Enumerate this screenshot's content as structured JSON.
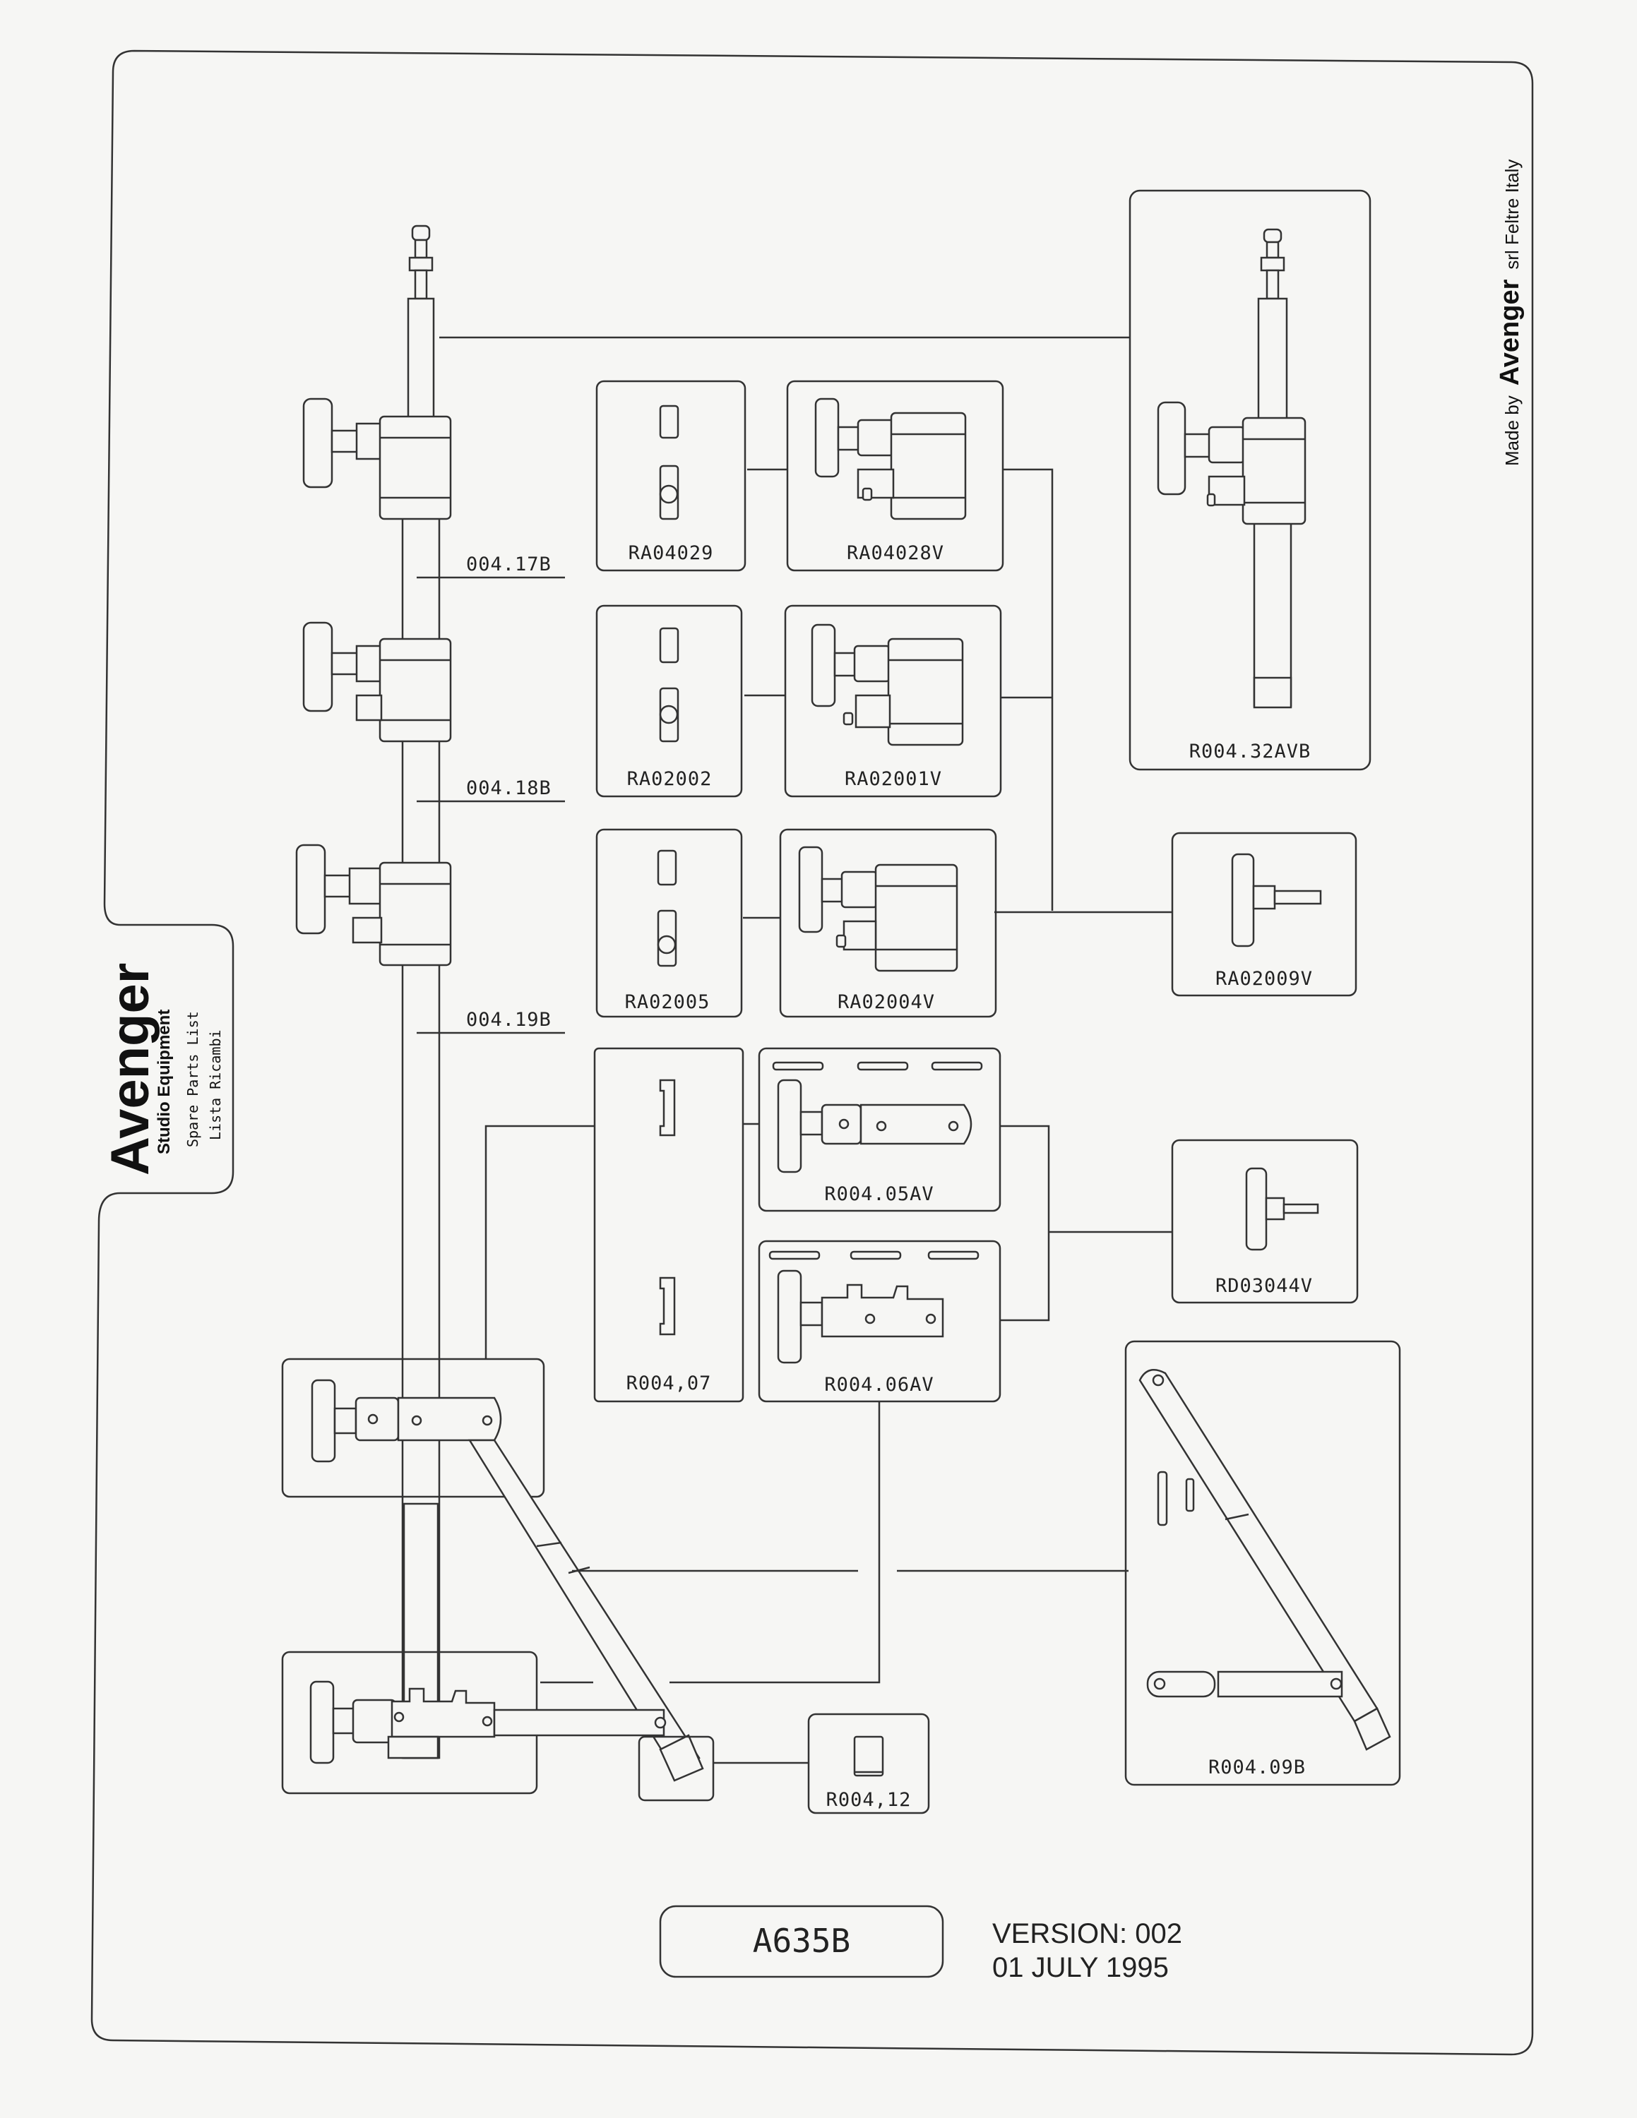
{
  "sheet": {
    "brand": "Avenger",
    "brand_subtitle": "Studio Equipment",
    "brand_line_1": "Spare Parts List",
    "brand_line_2": "Lista Ricambi",
    "maker_prefix": "Made by",
    "maker_brand": "Avenger",
    "maker_suffix": "srl Feltre Italy",
    "model": "A635B",
    "version": "VERSION: 002",
    "date": "01 JULY 1995"
  },
  "parts": {
    "p_004_17b": "004.17B",
    "p_004_18b": "004.18B",
    "p_004_19b": "004.19B",
    "p_ra04029": "RA04029",
    "p_ra04028v": "RA04028V",
    "p_ra02002": "RA02002",
    "p_ra02001v": "RA02001V",
    "p_ra02005": "RA02005",
    "p_ra02004v": "RA02004V",
    "p_r004_32avb": "R004.32AVB",
    "p_ra02009v": "RA02009V",
    "p_r004_07": "R004,07",
    "p_r004_05av": "R004.05AV",
    "p_r004_06av": "R004.06AV",
    "p_rd03044v": "RD03044V",
    "p_r004_09b": "R004.09B",
    "p_r004_12": "R004,12"
  }
}
